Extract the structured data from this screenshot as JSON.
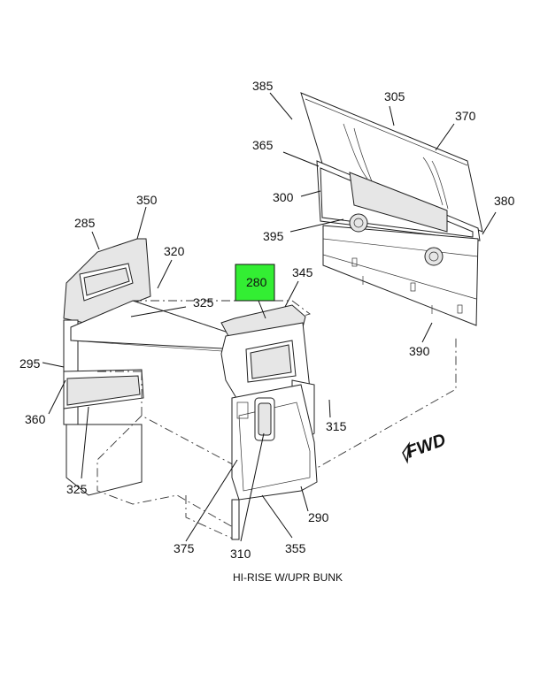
{
  "caption": "HI-RISE W/UPR BUNK",
  "direction_label": "FWD",
  "highlight_color": "#33ee33",
  "callouts": {
    "c385": "385",
    "c305": "305",
    "c370": "370",
    "c365": "365",
    "c300": "300",
    "c380": "380",
    "c395": "395",
    "c390": "390",
    "c350": "350",
    "c285": "285",
    "c320": "320",
    "c325a": "325",
    "c280": "280",
    "c345": "345",
    "c295": "295",
    "c360": "360",
    "c315": "315",
    "c325b": "325",
    "c290": "290",
    "c375": "375",
    "c310": "310",
    "c355": "355"
  }
}
